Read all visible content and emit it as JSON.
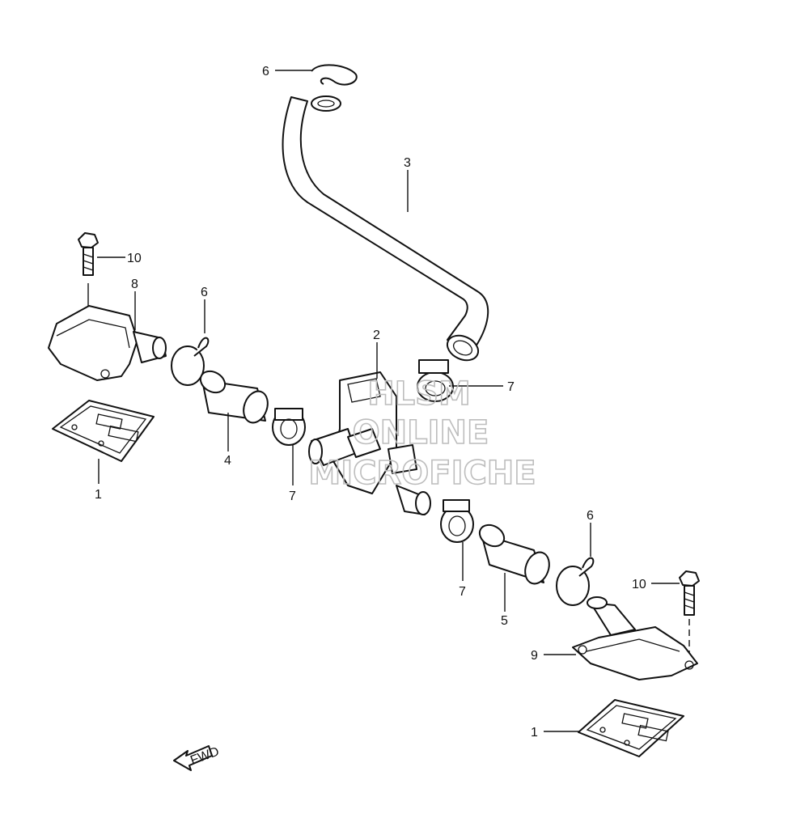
{
  "labels": {
    "clip_top": "6",
    "hose_3": "3",
    "bolt_left": "10",
    "cover_8": "8",
    "clip_left": "6",
    "valve_2": "2",
    "clamp_upper": "7",
    "hose_4": "4",
    "reed_left": "1",
    "clamp_left": "7",
    "clip_right": "6",
    "bolt_right": "10",
    "clamp_lower": "7",
    "hose_5": "5",
    "cover_9": "9",
    "reed_right": "1"
  },
  "fwd_arrow": "FWD",
  "watermark": {
    "line1": "HLSM",
    "line2": "ONLINE",
    "line3": "MICROFICHE"
  }
}
